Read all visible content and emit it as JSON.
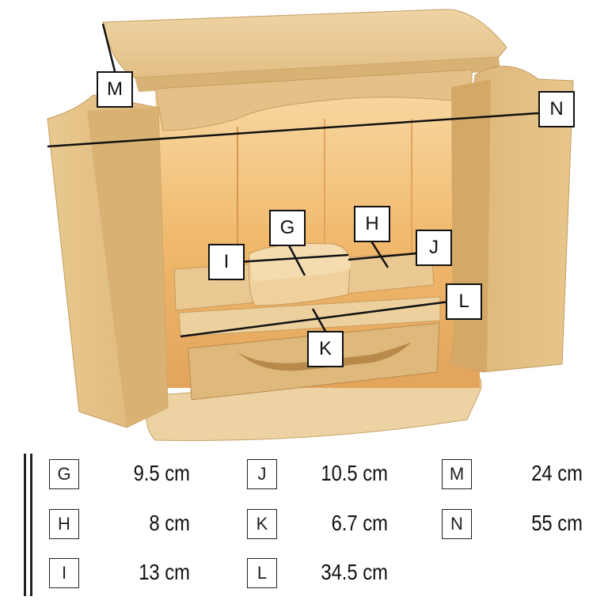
{
  "diagram": {
    "callouts": {
      "G": "G",
      "H": "H",
      "I": "I",
      "J": "J",
      "K": "K",
      "L": "L",
      "M": "M",
      "N": "N"
    }
  },
  "legend": {
    "items": [
      {
        "key": "G",
        "value": "9.5 cm"
      },
      {
        "key": "H",
        "value": "8 cm"
      },
      {
        "key": "I",
        "value": "13 cm"
      },
      {
        "key": "J",
        "value": "10.5 cm"
      },
      {
        "key": "K",
        "value": "6.7 cm"
      },
      {
        "key": "L",
        "value": "34.5 cm"
      },
      {
        "key": "M",
        "value": "24 cm"
      },
      {
        "key": "N",
        "value": "55 cm"
      }
    ]
  },
  "colors": {
    "wood_light": "#e6c48b",
    "wood_mid": "#d9ae6c",
    "wood_dark": "#b88a4a",
    "interior_glow": "#f3c27a",
    "line": "#111111"
  }
}
